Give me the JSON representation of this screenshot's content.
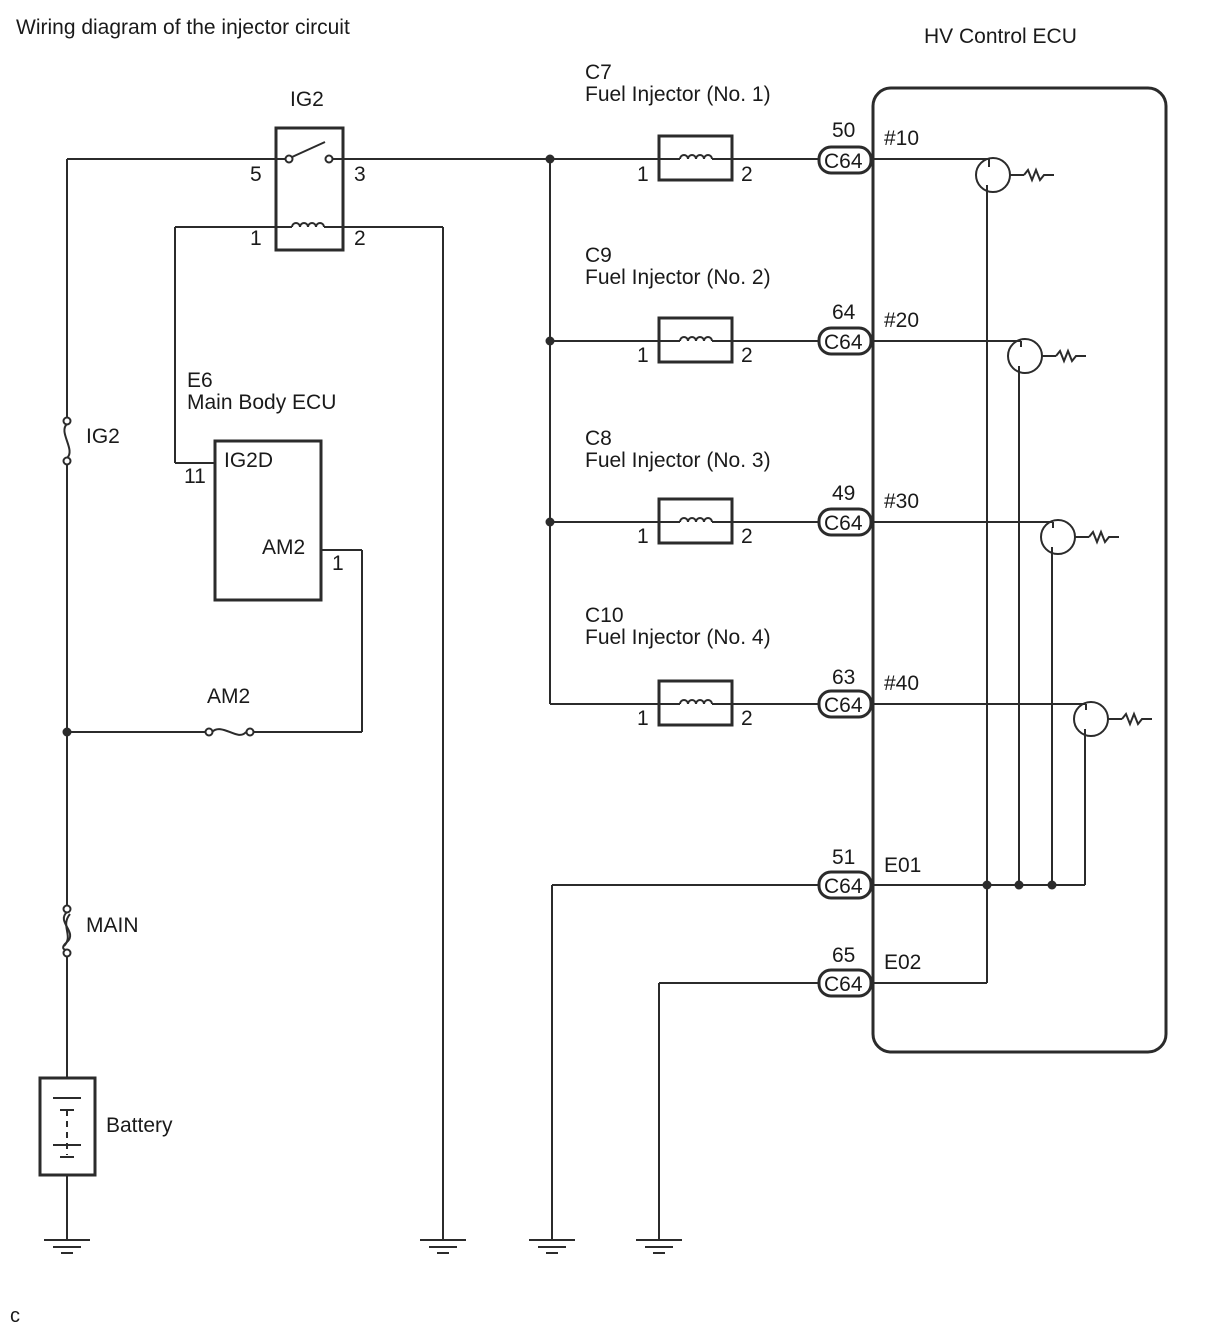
{
  "title": "Wiring diagram of the injector circuit",
  "corner_mark": "c",
  "relay": {
    "name": "IG2",
    "pin5": "5",
    "pin3": "3",
    "pin1": "1",
    "pin2": "2"
  },
  "body_ecu": {
    "code": "E6",
    "name": "Main Body ECU",
    "term_ig2d": "IG2D",
    "term_am2": "AM2",
    "pin_ig2d": "11",
    "pin_am2": "1"
  },
  "fuses": {
    "ig2": "IG2",
    "am2": "AM2",
    "main": "MAIN"
  },
  "battery": "Battery",
  "ecu": {
    "name": "HV Control ECU"
  },
  "injectors": [
    {
      "code": "C7",
      "name": "Fuel Injector (No. 1)",
      "pin_a": "1",
      "pin_b": "2",
      "ecu_pin": "50",
      "connector": "C64",
      "terminal": "#10"
    },
    {
      "code": "C9",
      "name": "Fuel Injector (No. 2)",
      "pin_a": "1",
      "pin_b": "2",
      "ecu_pin": "64",
      "connector": "C64",
      "terminal": "#20"
    },
    {
      "code": "C8",
      "name": "Fuel Injector (No. 3)",
      "pin_a": "1",
      "pin_b": "2",
      "ecu_pin": "49",
      "connector": "C64",
      "terminal": "#30"
    },
    {
      "code": "C10",
      "name": "Fuel Injector (No. 4)",
      "pin_a": "1",
      "pin_b": "2",
      "ecu_pin": "63",
      "connector": "C64",
      "terminal": "#40"
    }
  ],
  "grounds": [
    {
      "ecu_pin": "51",
      "connector": "C64",
      "terminal": "E01"
    },
    {
      "ecu_pin": "65",
      "connector": "C64",
      "terminal": "E02"
    }
  ]
}
